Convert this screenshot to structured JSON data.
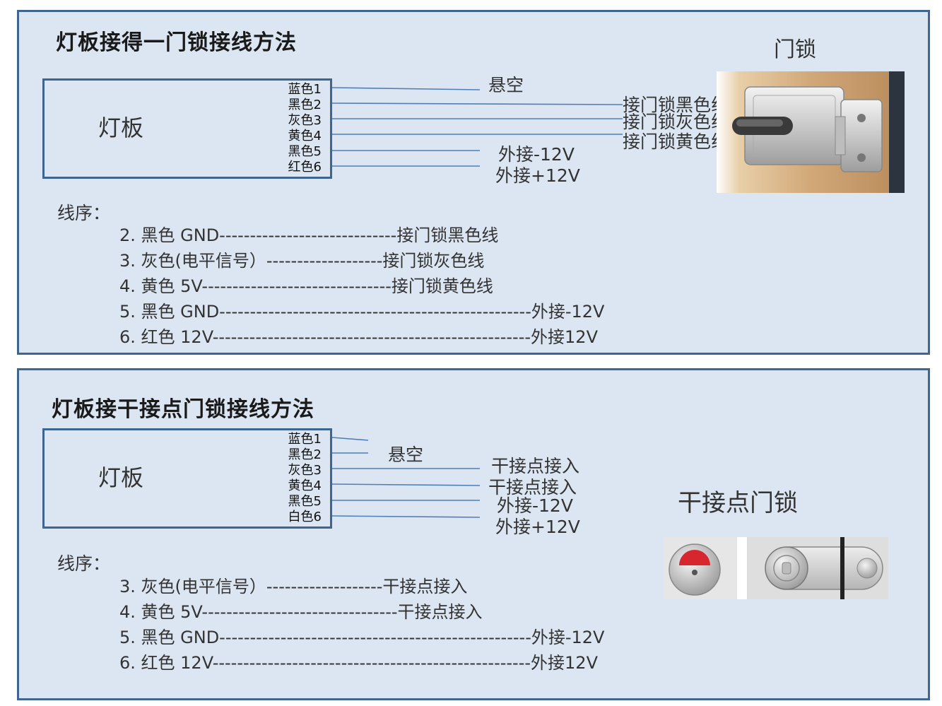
{
  "panel1": {
    "title": "灯板接得一门锁接线方法",
    "board_label": "灯板",
    "wires": [
      "蓝色1",
      "黑色2",
      "灰色3",
      "黄色4",
      "黑色5",
      "红色6"
    ],
    "float_label": "悬空",
    "lock_heading": "门锁",
    "conn_labels": [
      "接门锁黑色线",
      "接门锁灰色线",
      "接门锁黄色线"
    ],
    "ext_labels": [
      "外接-12V",
      "外接+12V"
    ],
    "sequence_title": "线序：",
    "sequence": [
      "2. 黑色  GND-----------------------------接门锁黑色线",
      "3. 灰色(电平信号）-------------------接门锁灰色线",
      "4. 黄色 5V-------------------------------接门锁黄色线",
      "5. 黑色 GND---------------------------------------------------外接-12V",
      "6. 红色 12V----------------------------------------------------外接12V"
    ]
  },
  "panel2": {
    "title": "灯板接干接点门锁接线方法",
    "board_label": "灯板",
    "wires": [
      "蓝色1",
      "黑色2",
      "灰色3",
      "黄色4",
      "黑色5",
      "白色6"
    ],
    "float_label": "悬空",
    "conn_labels": [
      "干接点接入",
      "干接点接入",
      "外接-12V",
      "外接+12V"
    ],
    "lock_heading": "干接点门锁",
    "sequence_title": "线序：",
    "sequence": [
      "3. 灰色(电平信号）-------------------干接点接入",
      "4. 黄色 5V--------------------------------干接点接入",
      "5. 黑色 GND---------------------------------------------------外接-12V",
      "6. 红色 12V----------------------------------------------------外接12V"
    ]
  },
  "colors": {
    "panel_bg": "#dce6f2",
    "border": "#3e6690",
    "wire": "#4f7fb8",
    "indicator_red": "#d8262e"
  }
}
